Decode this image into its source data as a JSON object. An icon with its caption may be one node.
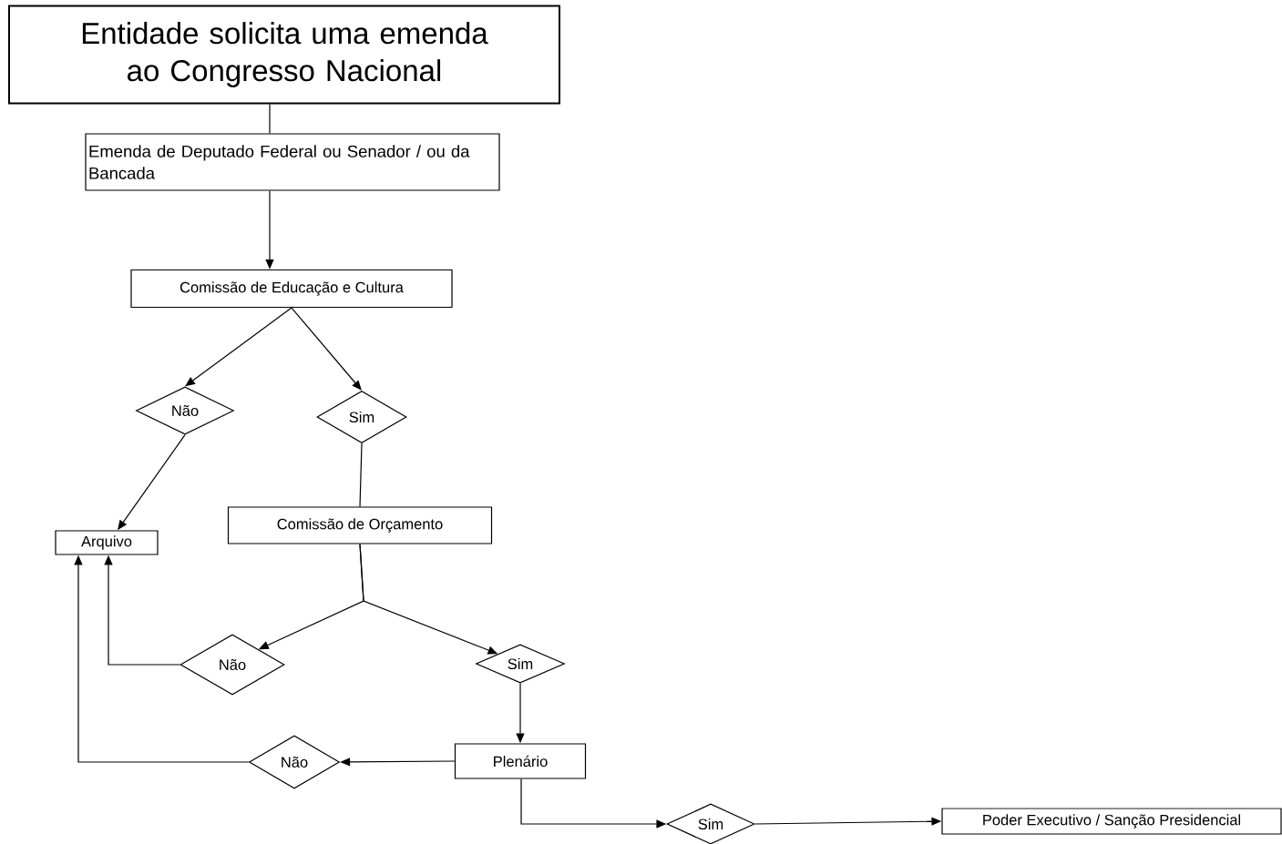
{
  "diagram": {
    "nodes": [
      {
        "text": [
          "Entidade solicita uma emenda ao Congresso Nacional"
        ]
      },
      {
        "text": [
          "Emenda de Deputado Federal ou Senador / ou da Bancada"
        ]
      },
      {
        "text": [
          "Comissão de Educação e Cultura"
        ]
      },
      {
        "text": [
          "Não"
        ]
      },
      {
        "text": [
          "Sim"
        ]
      },
      {
        "text": [
          "Arquivo"
        ]
      },
      {
        "text": [
          "Comissão de Orçamento"
        ]
      },
      {
        "text": [
          "Não"
        ]
      },
      {
        "text": [
          "Sim"
        ]
      },
      {
        "text": [
          "Plenário"
        ]
      },
      {
        "text": [
          "Não"
        ]
      },
      {
        "text": [
          "Sim"
        ]
      },
      {
        "text": [
          "Poder Executivo / Sanção Presidencial"
        ]
      }
    ],
    "edges": [
      {
        "from": 0,
        "to": 1,
        "arrow": "none"
      },
      {
        "from": 1,
        "to": 2,
        "arrow": "to"
      },
      {
        "from": 2,
        "to": 3,
        "arrow": "to"
      },
      {
        "from": 2,
        "to": 4,
        "arrow": "to"
      },
      {
        "from": 3,
        "to": 5,
        "arrow": "to"
      },
      {
        "from": 4,
        "to": 6,
        "arrow": "none"
      },
      {
        "from": 6,
        "to": 7,
        "arrow": "to"
      },
      {
        "from": 6,
        "to": 8,
        "arrow": "to"
      },
      {
        "from": 7,
        "to": 5,
        "arrow": "to"
      },
      {
        "from": 8,
        "to": 9,
        "arrow": "to"
      },
      {
        "from": 9,
        "to": 10,
        "arrow": "to"
      },
      {
        "from": 10,
        "to": 5,
        "arrow": "to"
      },
      {
        "from": 9,
        "to": 11,
        "arrow": "to"
      },
      {
        "from": 11,
        "to": 12,
        "arrow": "to"
      }
    ]
  }
}
